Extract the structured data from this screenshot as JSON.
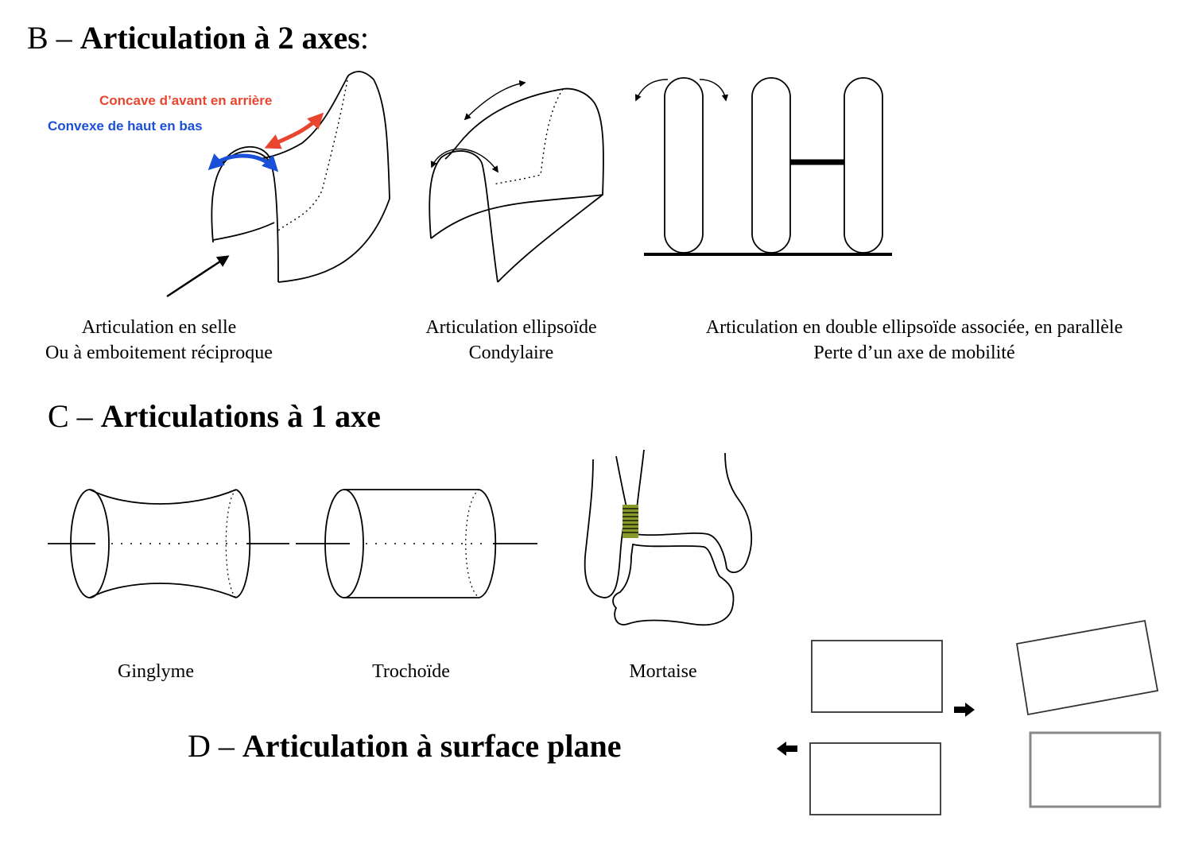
{
  "headings": {
    "b": {
      "prefix": "B – ",
      "title": "Articulation à 2 axes",
      "suffix": ":"
    },
    "c": {
      "prefix": "C – ",
      "title": "Articulations à 1 axe"
    },
    "d": {
      "prefix": "D – ",
      "title": "Articulation à surface plane"
    }
  },
  "annotations": {
    "concave": "Concave d’avant en arrière",
    "convexe": "Convexe de haut en bas"
  },
  "colors": {
    "concave": "#e8462e",
    "convexe": "#1a4fd8",
    "ligament": "#8a9a2a",
    "ink": "#000000"
  },
  "captions": {
    "selle": {
      "line1": "Articulation en selle",
      "line2": "Ou à emboitement réciproque"
    },
    "ellipsoide": {
      "line1": "Articulation ellipsoïde",
      "line2": "Condylaire"
    },
    "double": {
      "line1": "Articulation en double ellipsoïde associée, en parallèle",
      "line2": "Perte d’un axe de mobilité"
    },
    "ginglyme": "Ginglyme",
    "trochoide": "Trochoïde",
    "mortaise": "Mortaise"
  }
}
